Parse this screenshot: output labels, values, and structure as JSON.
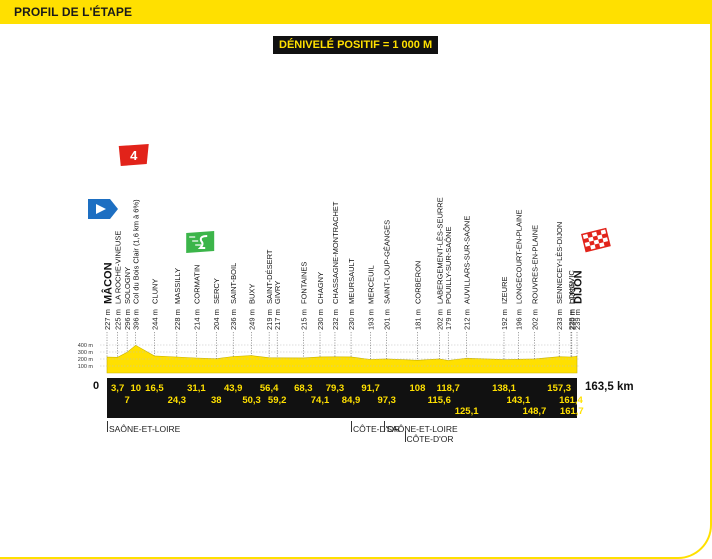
{
  "header": {
    "title": "PROFIL DE L'ÉTAPE"
  },
  "elevation_badge": "DÉNIVELÉ POSITIF = 1 000 M",
  "colors": {
    "brand_yellow": "#ffe000",
    "band_black": "#111111",
    "sprint_green": "#3cb54a",
    "climb_red": "#e2231a",
    "start_blue": "#1d6fc2"
  },
  "markers": {
    "climb_category": "4",
    "sprint_icon": "sprint-s",
    "start_icon": "start-flag",
    "finish_icon": "finish-flag"
  },
  "chart_data": {
    "type": "area",
    "title": "",
    "xlabel": "",
    "ylabel": "",
    "xlim": [
      0,
      163.5
    ],
    "ylim": [
      0,
      400
    ],
    "y_ticks": [
      "400 m",
      "300 m",
      "200 m",
      "100 m"
    ],
    "x_start_label": "0",
    "x_end_label": "163,5 km",
    "waypoints": [
      {
        "km": 0,
        "km_label": "",
        "alt_label": "227 m",
        "name": "MÂCON",
        "major": true,
        "row": 0
      },
      {
        "km": 3.7,
        "km_label": "3,7",
        "alt_label": "225 m",
        "name": "LA ROCHE-VINEUSE",
        "major": false,
        "row": 0
      },
      {
        "km": 7,
        "km_label": "7",
        "alt_label": "296 m",
        "name": "SOLOGNY",
        "major": false,
        "row": 1
      },
      {
        "km": 10,
        "km_label": "10",
        "alt_label": "396 m",
        "name": "Col du Bois Clair (1,6 km à 6%)",
        "major": false,
        "row": 0
      },
      {
        "km": 16.5,
        "km_label": "16,5",
        "alt_label": "244 m",
        "name": "CLUNY",
        "major": false,
        "row": 0
      },
      {
        "km": 24.3,
        "km_label": "24,3",
        "alt_label": "228 m",
        "name": "MASSILLY",
        "major": false,
        "row": 1
      },
      {
        "km": 31.1,
        "km_label": "31,1",
        "alt_label": "214 m",
        "name": "CORMATIN",
        "major": false,
        "row": 0
      },
      {
        "km": 38,
        "km_label": "38",
        "alt_label": "204 m",
        "name": "SERCY",
        "major": false,
        "row": 1
      },
      {
        "km": 43.9,
        "km_label": "43,9",
        "alt_label": "236 m",
        "name": "SAINT-BOIL",
        "major": false,
        "row": 0
      },
      {
        "km": 50.3,
        "km_label": "50,3",
        "alt_label": "249 m",
        "name": "BUXY",
        "major": false,
        "row": 1
      },
      {
        "km": 56.4,
        "km_label": "56,4",
        "alt_label": "219 m",
        "name": "SAINT-DÉSERT",
        "major": false,
        "row": 0
      },
      {
        "km": 59.2,
        "km_label": "59,2",
        "alt_label": "217 m",
        "name": "GIVRY",
        "major": false,
        "row": 1
      },
      {
        "km": 68.3,
        "km_label": "68,3",
        "alt_label": "215 m",
        "name": "FONTAINES",
        "major": false,
        "row": 0
      },
      {
        "km": 74.1,
        "km_label": "74,1",
        "alt_label": "230 m",
        "name": "CHAGNY",
        "major": false,
        "row": 1
      },
      {
        "km": 79.3,
        "km_label": "79,3",
        "alt_label": "232 m",
        "name": "CHASSAGNE-MONTRACHET",
        "major": false,
        "row": 0
      },
      {
        "km": 84.9,
        "km_label": "84,9",
        "alt_label": "230 m",
        "name": "MEURSAULT",
        "major": false,
        "row": 1
      },
      {
        "km": 91.7,
        "km_label": "91,7",
        "alt_label": "193 m",
        "name": "MERCEUIL",
        "major": false,
        "row": 0
      },
      {
        "km": 97.3,
        "km_label": "97,3",
        "alt_label": "201 m",
        "name": "SAINT-LOUP-GÉANGES",
        "major": false,
        "row": 1
      },
      {
        "km": 108,
        "km_label": "108",
        "alt_label": "181 m",
        "name": "CORBERON",
        "major": false,
        "row": 0
      },
      {
        "km": 115.6,
        "km_label": "115,6",
        "alt_label": "202 m",
        "name": "LABERGEMENT-LÈS-SEURRE",
        "major": false,
        "row": 1
      },
      {
        "km": 118.7,
        "km_label": "118,7",
        "alt_label": "179 m",
        "name": "POUILLY-SUR-SAÔNE",
        "major": false,
        "row": 0
      },
      {
        "km": 125.1,
        "km_label": "125,1",
        "alt_label": "212 m",
        "name": "AUVILLARS-SUR-SAÔNE",
        "major": false,
        "row": 2
      },
      {
        "km": 138.1,
        "km_label": "138,1",
        "alt_label": "192 m",
        "name": "IZEURE",
        "major": false,
        "row": 0
      },
      {
        "km": 143.1,
        "km_label": "143,1",
        "alt_label": "196 m",
        "name": "LONGECOURT-EN-PLAINE",
        "major": false,
        "row": 1
      },
      {
        "km": 148.7,
        "km_label": "148,7",
        "alt_label": "202 m",
        "name": "ROUVRES-EN-PLAINE",
        "major": false,
        "row": 2
      },
      {
        "km": 157.3,
        "km_label": "157,3",
        "alt_label": "233 m",
        "name": "SENNECEY-LÈS-DIJON",
        "major": false,
        "row": 0
      },
      {
        "km": 161.4,
        "km_label": "161,4",
        "alt_label": "229 m",
        "name": "LONGVIC",
        "major": false,
        "row": 1
      },
      {
        "km": 161.7,
        "km_label": "161,7",
        "alt_label": "230 m",
        "name": "DIJON",
        "major": false,
        "row": 2
      },
      {
        "km": 163.5,
        "km_label": "",
        "alt_label": "239 m",
        "name": "DIJON",
        "major": true,
        "row": 0
      }
    ],
    "regions": [
      {
        "name": "SAÔNE-ET-LOIRE",
        "start_km": 0
      },
      {
        "name": "CÔTE-D'OR",
        "start_km": 84.9
      },
      {
        "name": "SAÔNE-ET-LOIRE",
        "start_km": 96.5
      },
      {
        "name": "CÔTE-D'OR",
        "start_km": 103.5
      }
    ]
  }
}
